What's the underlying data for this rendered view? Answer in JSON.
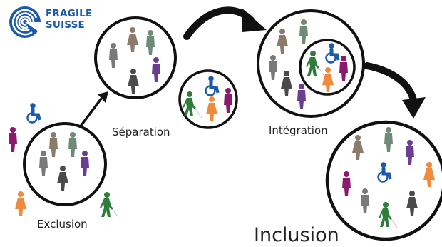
{
  "logo": {
    "line1": "FRAGILE",
    "line2": "SUISSE"
  },
  "stages": {
    "exclusion": "Exclusion",
    "separation": "Séparation",
    "integration": "Intégration",
    "inclusion": "Inclusion"
  },
  "colors": {
    "brand_blue": "#1b5aa8",
    "gray": "#7a7a7a",
    "dark_gray": "#4a4a4a",
    "taupe": "#8a7b6b",
    "sage": "#6f8a78",
    "purple": "#6a3f8f",
    "magenta": "#8a1a6e",
    "green": "#2f7d3a",
    "orange": "#f08a3c",
    "blue": "#1b5aa8"
  },
  "icons": [
    "logo-icon",
    "wheelchair-icon",
    "person-icon",
    "person-with-cane-icon",
    "arrow-icon"
  ]
}
